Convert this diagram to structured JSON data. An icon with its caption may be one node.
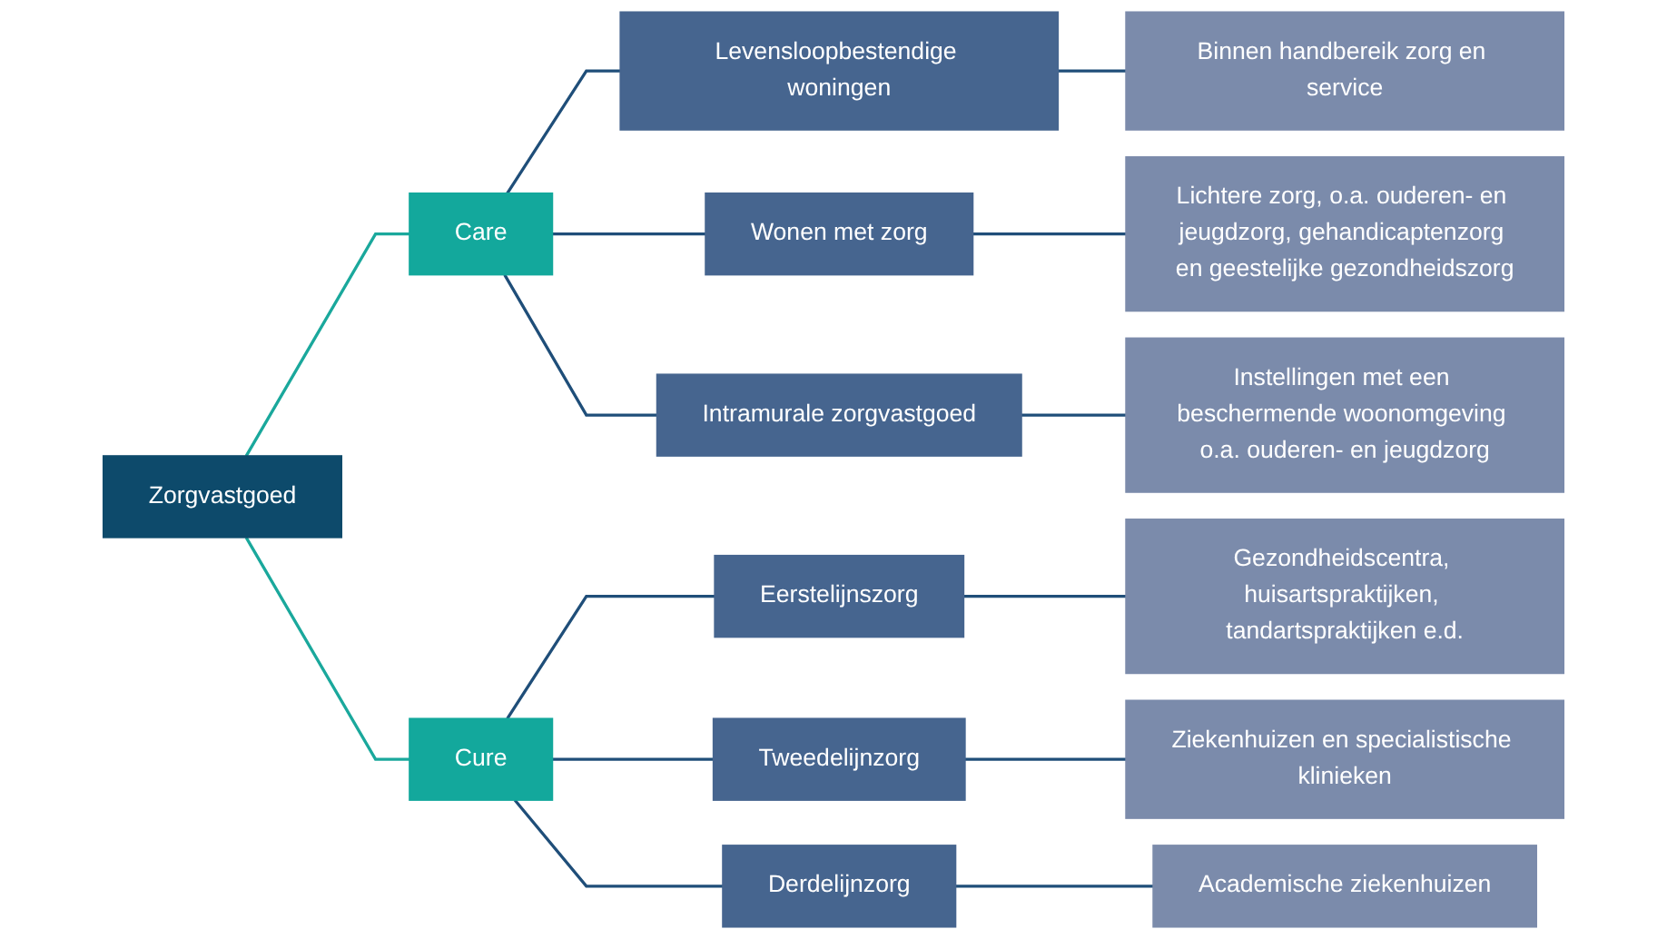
{
  "diagram": {
    "nodes": [
      {
        "text": [
          "Zorgvastgoed"
        ]
      },
      {
        "text": [
          "Care"
        ]
      },
      {
        "text": [
          "Cure"
        ]
      },
      {
        "text": [
          "Levensloopbestendige woningen"
        ]
      },
      {
        "text": [
          "Wonen met zorg"
        ]
      },
      {
        "text": [
          "Intramurale zorgvastgoed"
        ]
      },
      {
        "text": [
          "Eerstelijnszorg"
        ]
      },
      {
        "text": [
          "Tweedelijnzorg"
        ]
      },
      {
        "text": [
          "Derdelijnzorg"
        ]
      },
      {
        "text": [
          "Binnen handbereik zorg en service"
        ]
      },
      {
        "text": [
          "Lichtere zorg, o.a. ouderen- en jeugdzorg, gehandicaptenzorg en geestelijke gezondheidszorg"
        ]
      },
      {
        "text": [
          "Instellingen met een beschermende woonomgeving o.a. ouderen- en jeugdzorg"
        ]
      },
      {
        "text": [
          "Gezondheidscentra, huisartspraktijken, tandartspraktijken e.d."
        ]
      },
      {
        "text": [
          "Ziekenhuizen en specialistische klinieken"
        ]
      },
      {
        "text": [
          "Academische ziekenhuizen"
        ]
      }
    ],
    "edges": [
      {
        "from": 0,
        "to": 1,
        "arrow": "none",
        "color": "#1aa89c"
      },
      {
        "from": 0,
        "to": 2,
        "arrow": "none",
        "color": "#1aa89c"
      },
      {
        "from": 1,
        "to": 3,
        "arrow": "none"
      },
      {
        "from": 1,
        "to": 4,
        "arrow": "none"
      },
      {
        "from": 1,
        "to": 5,
        "arrow": "none"
      },
      {
        "from": 2,
        "to": 6,
        "arrow": "none"
      },
      {
        "from": 2,
        "to": 7,
        "arrow": "none"
      },
      {
        "from": 2,
        "to": 8,
        "arrow": "none"
      },
      {
        "from": 3,
        "to": 9,
        "arrow": "none"
      },
      {
        "from": 4,
        "to": 10,
        "arrow": "none"
      },
      {
        "from": 5,
        "to": 11,
        "arrow": "none"
      },
      {
        "from": 6,
        "to": 12,
        "arrow": "none"
      },
      {
        "from": 7,
        "to": 13,
        "arrow": "none"
      },
      {
        "from": 8,
        "to": 14,
        "arrow": "none"
      }
    ]
  }
}
